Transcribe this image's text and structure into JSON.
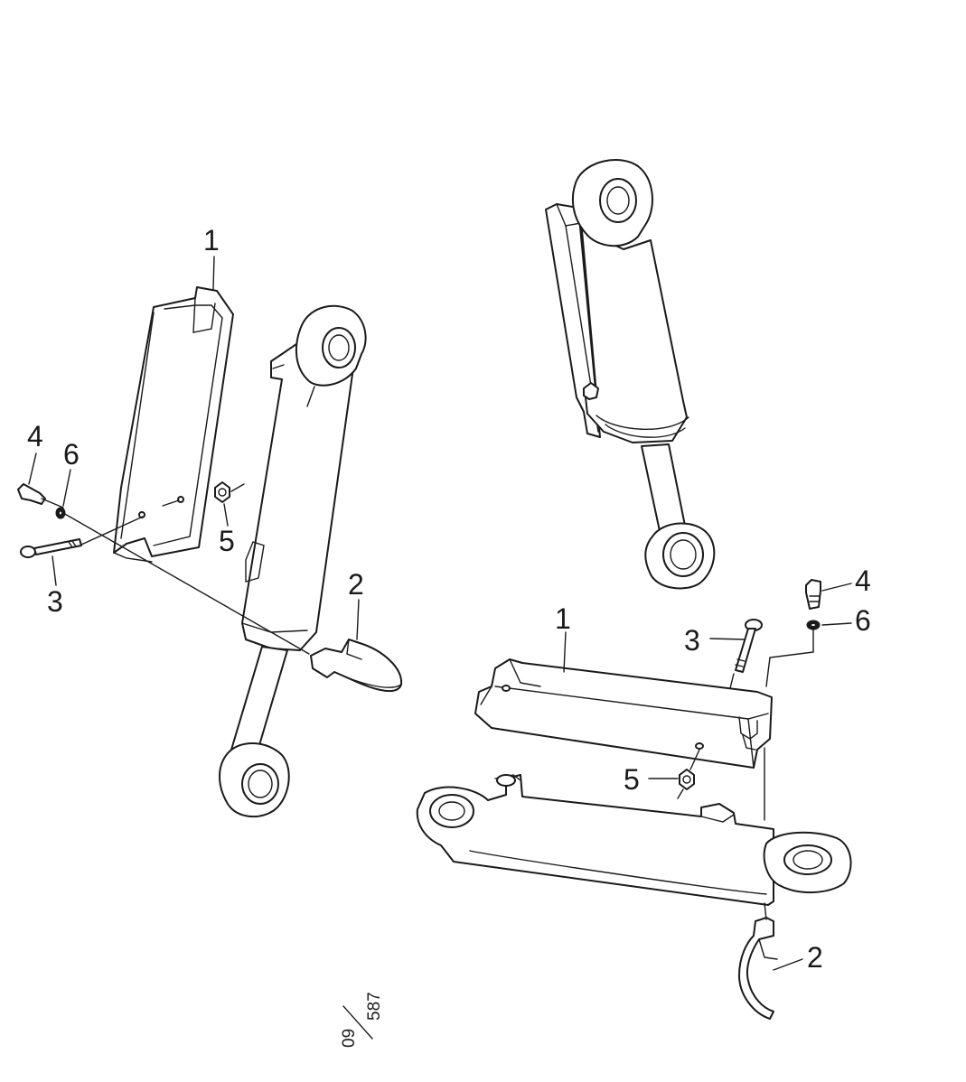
{
  "callouts": {
    "left": {
      "c1": "1",
      "c2": "2",
      "c3": "3",
      "c4": "4",
      "c5": "5",
      "c6": "6"
    },
    "right": {
      "c1": "1",
      "c2": "2",
      "c3": "3",
      "c4": "4",
      "c5": "5",
      "c6": "6"
    }
  },
  "reference": {
    "top": "09",
    "bottom": "587"
  },
  "colors": {
    "line": "#1a1a1a",
    "background": "#ffffff"
  }
}
